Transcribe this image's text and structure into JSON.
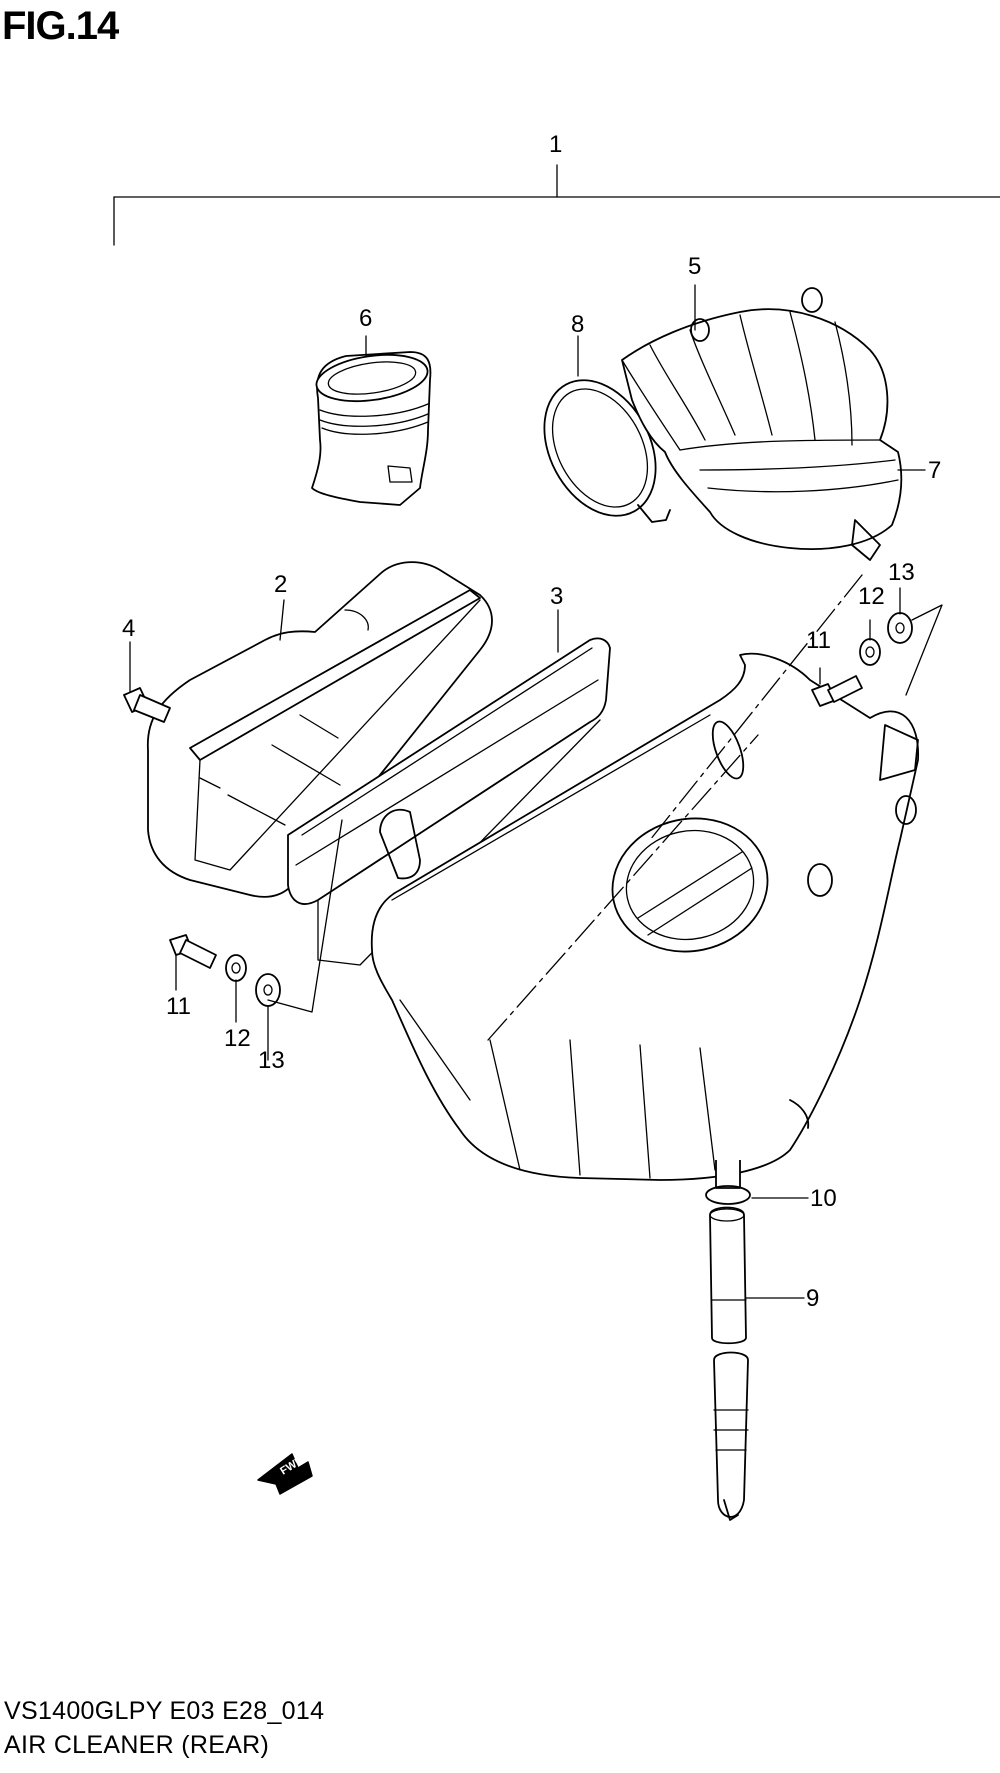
{
  "figure": {
    "title": "FIG.14",
    "model_code": "VS1400GLPY E03 E28_014",
    "caption": "AIR CLEANER (REAR)"
  },
  "callouts": {
    "c1": "1",
    "c2": "2",
    "c3": "3",
    "c4": "4",
    "c5": "5",
    "c6": "6",
    "c7": "7",
    "c8": "8",
    "c9": "9",
    "c10": "10",
    "c11_left": "11",
    "c11_right": "11",
    "c12_left": "12",
    "c12_right": "12",
    "c13_left": "13",
    "c13_right": "13"
  },
  "fwd_indicator": {
    "label": "FWD"
  }
}
